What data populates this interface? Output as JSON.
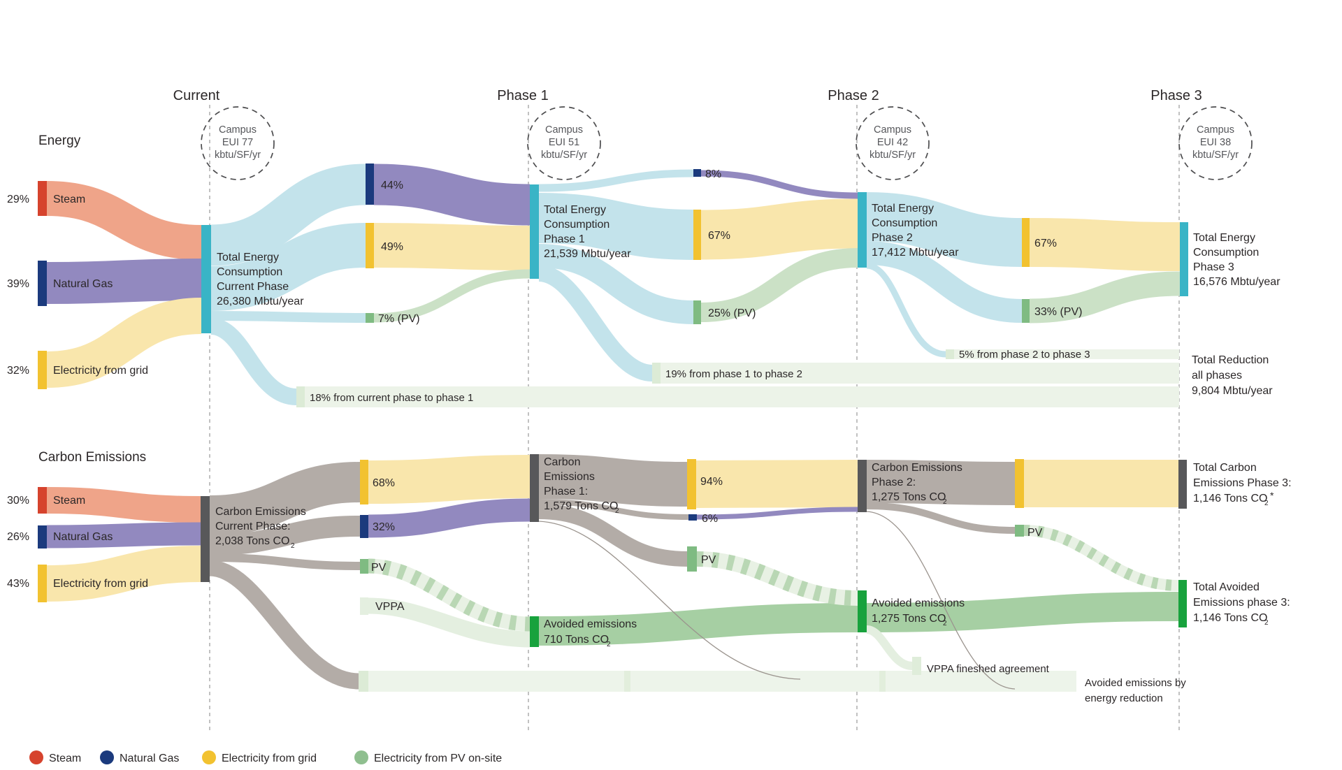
{
  "co2_sub": "2",
  "phases": [
    {
      "title": "Current",
      "c1": "Campus",
      "c2": "EUI 77",
      "c3": "kbtu/SF/yr"
    },
    {
      "title": "Phase 1",
      "c1": "Campus",
      "c2": "EUI 51",
      "c3": "kbtu/SF/yr"
    },
    {
      "title": "Phase 2",
      "c1": "Campus",
      "c2": "EUI 42",
      "c3": "kbtu/SF/yr"
    },
    {
      "title": "Phase 3",
      "c1": "Campus",
      "c2": "EUI 38",
      "c3": "kbtu/SF/yr"
    }
  ],
  "energy": {
    "section_title": "Energy",
    "sources": [
      {
        "pct": "29%",
        "label": "Steam"
      },
      {
        "pct": "39%",
        "label": "Natural Gas"
      },
      {
        "pct": "32%",
        "label": "Electricity from grid"
      }
    ],
    "hubs": [
      {
        "l1": "Total Energy",
        "l2": "Consumption",
        "l3": "Current Phase",
        "l4": "26,380 Mbtu/year"
      },
      {
        "l1": "Total Energy",
        "l2": "Consumption",
        "l3": "Phase 1",
        "l4": "21,539 Mbtu/year"
      },
      {
        "l1": "Total Energy",
        "l2": "Consumption",
        "l3": "Phase 2",
        "l4": "17,412 Mbtu/year"
      },
      {
        "l1": "Total Energy",
        "l2": "Consumption",
        "l3": "Phase 3",
        "l4": "16,576 Mbtu/year"
      }
    ],
    "splits": [
      {
        "label": "44%"
      },
      {
        "label": "49%"
      },
      {
        "label": "7% (PV)"
      },
      {
        "label": "8%"
      },
      {
        "label": "67%"
      },
      {
        "label": "25% (PV)"
      },
      {
        "label": "67%"
      },
      {
        "label": "33% (PV)"
      }
    ],
    "reductions": [
      {
        "label": "18% from current phase to phase 1"
      },
      {
        "label": "19% from phase 1 to phase 2"
      },
      {
        "label": "5% from phase 2 to phase 3"
      }
    ],
    "total_reduction": {
      "l1": "Total Reduction",
      "l2": "all phases",
      "l3": "9,804 Mbtu/year"
    }
  },
  "carbon": {
    "section_title": "Carbon Emissions",
    "sources": [
      {
        "pct": "30%",
        "label": "Steam"
      },
      {
        "pct": "26%",
        "label": "Natural Gas"
      },
      {
        "pct": "43%",
        "label": "Electricity from grid"
      }
    ],
    "hubs": [
      {
        "l1": "Carbon Emissions",
        "l2": "Current Phase:",
        "l3": "2,038 Tons CO"
      },
      {
        "l1": "Carbon",
        "l2": "Emissions",
        "l3": "Phase 1:",
        "l4": "1,579 Tons CO"
      },
      {
        "l1": "Carbon Emissions",
        "l2": "Phase 2:",
        "l3": "1,275 Tons CO"
      },
      {
        "l1": "Total Carbon",
        "l2": "Emissions Phase 3:",
        "l3": "1,146 Tons CO",
        "suffix": "*"
      }
    ],
    "splits": [
      {
        "label": "68%"
      },
      {
        "label": "32%"
      },
      {
        "label": "PV"
      },
      {
        "label": "VPPA"
      },
      {
        "label": "94%"
      },
      {
        "label": "6%"
      },
      {
        "label": "PV"
      },
      {
        "label": "PV"
      }
    ],
    "avoided": [
      {
        "l1": "Avoided emissions",
        "l2": "710 Tons CO"
      },
      {
        "l1": "Avoided emissions",
        "l2": "1,275 Tons CO"
      },
      {
        "l1": "Total Avoided",
        "l2": "Emissions phase 3:",
        "l3": "1,146 Tons CO"
      }
    ],
    "vppa_finished": "VPPA fineshed agreement",
    "energy_reduction_note": {
      "l1": "Avoided emissions by",
      "l2": "energy reduction"
    }
  },
  "legend": {
    "items": [
      {
        "label": "Steam",
        "color": "#d6432d"
      },
      {
        "label": "Natural Gas",
        "color": "#1b3a7d"
      },
      {
        "label": "Electricity from grid",
        "color": "#f2c230"
      },
      {
        "label": "Electricity from PV on-site",
        "color": "#8fbf8f"
      }
    ]
  },
  "colors": {
    "steam_node": "#d6432d",
    "steam_flow": "#efa489",
    "natural_gas_node": "#1b3a7d",
    "natural_gas_flow": "#9289bf",
    "electricity_node": "#f2c230",
    "electricity_flow": "#f9e6ac",
    "pv_node": "#7fbb82",
    "pv_flow": "#cbe1c6",
    "energy_hub_node": "#39b4c6",
    "energy_flow": "#c3e3eb",
    "carbon_hub_node": "#58585a",
    "carbon_flow": "#b3aca7",
    "avoided_node": "#18a23d",
    "avoided_flow": "#a6cfa3",
    "vppa_flow": "#e4efe0",
    "reduction_band": "#ecf3e8"
  },
  "chart_data": [
    {
      "type": "sankey",
      "title": "Energy",
      "unit": "Mbtu/year",
      "totals": {
        "current": 26380,
        "phase1": 21539,
        "phase2": 17412,
        "phase3": 16576,
        "total_reduction_all_phases": 9804
      },
      "campus_eui_kbtu_sf_yr": {
        "current": 77,
        "phase1": 51,
        "phase2": 42,
        "phase3": 38
      },
      "source_shares_pct": {
        "Steam": 29,
        "Natural Gas": 39,
        "Electricity from grid": 32
      },
      "links": [
        {
          "from": "Current",
          "to": "Phase 1",
          "share_pct": {
            "Natural Gas": 44,
            "Electricity from grid": 49,
            "Electricity from PV on-site": 7
          }
        },
        {
          "from": "Current",
          "to": "Reduction",
          "pct": 18,
          "label": "18% from current phase to phase 1"
        },
        {
          "from": "Phase 1",
          "to": "Phase 2",
          "share_pct": {
            "Natural Gas": 8,
            "Electricity from grid": 67,
            "Electricity from PV on-site": 25
          }
        },
        {
          "from": "Phase 1",
          "to": "Reduction",
          "pct": 19,
          "label": "19% from phase 1 to phase 2"
        },
        {
          "from": "Phase 2",
          "to": "Phase 3",
          "share_pct": {
            "Electricity from grid": 67,
            "Electricity from PV on-site": 33
          }
        },
        {
          "from": "Phase 2",
          "to": "Reduction",
          "pct": 5,
          "label": "5% from phase 2 to phase 3"
        }
      ]
    },
    {
      "type": "sankey",
      "title": "Carbon Emissions",
      "unit": "Tons CO2",
      "totals": {
        "current": 2038,
        "phase1": 1579,
        "phase2": 1275,
        "phase3": 1146,
        "avoided_phase1": 710,
        "avoided_phase2": 1275,
        "avoided_phase3": 1146
      },
      "source_shares_pct": {
        "Steam": 30,
        "Natural Gas": 26,
        "Electricity from grid": 43
      },
      "links": [
        {
          "from": "Current",
          "to": "Phase 1",
          "share_pct": {
            "Electricity from grid": 68,
            "Natural Gas": 32
          },
          "offsets": [
            "PV",
            "VPPA"
          ]
        },
        {
          "from": "Phase 1",
          "to": "Phase 2",
          "share_pct": {
            "Electricity from grid": 94,
            "Natural Gas": 6
          },
          "offsets": [
            "PV"
          ]
        },
        {
          "from": "Phase 2",
          "to": "Phase 3",
          "offsets": [
            "PV"
          ],
          "note": "VPPA fineshed agreement"
        },
        {
          "from": "All phases",
          "to": "Avoided emissions by energy reduction"
        }
      ]
    }
  ]
}
